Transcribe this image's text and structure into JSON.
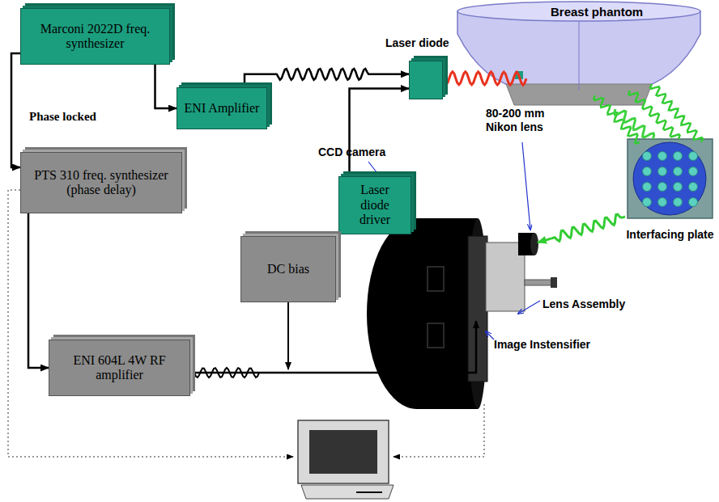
{
  "diagram": {
    "nodes": [
      {
        "text": [
          "Marconi 2022D freq. synthesizer"
        ]
      },
      {
        "text": [
          "ENI Amplifier"
        ]
      },
      {
        "text": [
          "Laser diode"
        ]
      },
      {
        "text": [
          "Laser diode driver"
        ]
      },
      {
        "text": [
          "Breast phantom"
        ]
      },
      {
        "text": [
          "Interfacing plate"
        ]
      },
      {
        "text": [
          "PTS 310 freq. synthesizer (phase delay)"
        ]
      },
      {
        "text": [
          "DC bias"
        ]
      },
      {
        "text": [
          "ENI 604L 4W RF amplifier"
        ]
      }
    ],
    "edges": [
      {
        "from": 0,
        "to": 1,
        "arrow": "to"
      },
      {
        "from": 1,
        "to": 2,
        "arrow": "to"
      },
      {
        "from": 3,
        "to": 2,
        "arrow": "to"
      },
      {
        "from": 0,
        "to": 6,
        "label": "Phase locked",
        "arrow": "to"
      },
      {
        "from": 6,
        "to": 8,
        "arrow": "to"
      },
      {
        "from": 2,
        "to": 4,
        "arrow": "none"
      },
      {
        "from": 4,
        "to": 5,
        "arrow": "none"
      }
    ],
    "labels": [
      "CCD camera",
      "80-200 mm Nikon lens",
      "Lens Assembly",
      "Image Instensifier"
    ]
  }
}
